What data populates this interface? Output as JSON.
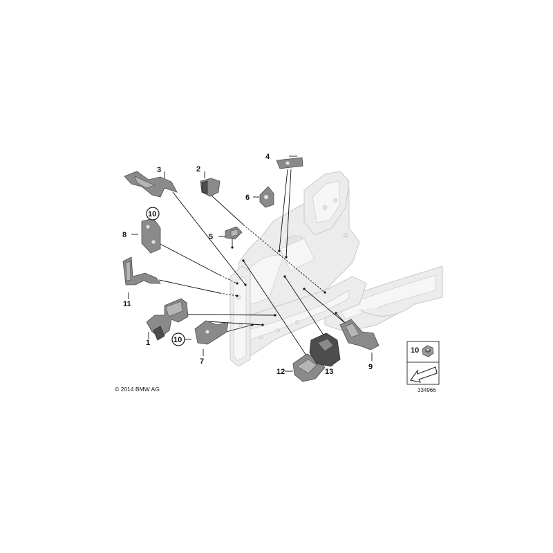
{
  "callouts": [
    {
      "id": "c1",
      "label": "1"
    },
    {
      "id": "c2",
      "label": "2"
    },
    {
      "id": "c3",
      "label": "3"
    },
    {
      "id": "c4",
      "label": "4"
    },
    {
      "id": "c5",
      "label": "5"
    },
    {
      "id": "c6",
      "label": "6"
    },
    {
      "id": "c7",
      "label": "7"
    },
    {
      "id": "c8",
      "label": "8"
    },
    {
      "id": "c9",
      "label": "9"
    },
    {
      "id": "c10a",
      "label": "10"
    },
    {
      "id": "c10b",
      "label": "10"
    },
    {
      "id": "c11",
      "label": "11"
    },
    {
      "id": "c12",
      "label": "12"
    },
    {
      "id": "c13",
      "label": "13"
    }
  ],
  "legend": {
    "label": "10",
    "arrow_icon": "direction-arrow-icon",
    "nut_icon": "hex-nut-icon"
  },
  "copyright": "© 2014 BMW AG",
  "document_number": "334966",
  "colors": {
    "body_shell": "#ececec",
    "part": "#8a8a8a",
    "part_dark": "#4d4d4d",
    "line": "#111111"
  }
}
